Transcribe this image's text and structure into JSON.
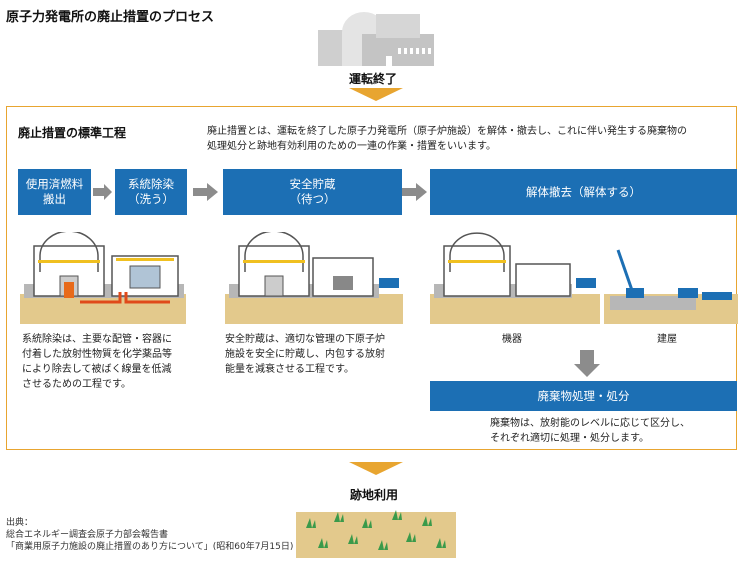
{
  "title": "原子力発電所の廃止措置のプロセス",
  "operation_end": "運転終了",
  "standard_process": "廃止措置の標準工程",
  "definition_line1": "廃止措置とは、運転を終了した原子力発電所（原子炉施設）を解体・撤去し、これに伴い発生する廃棄物の",
  "definition_line2": "処理処分と跡地有効利用のための一連の作業・措置をいいます。",
  "steps": [
    {
      "line1": "使用済燃料",
      "line2": "搬出"
    },
    {
      "line1": "系統除染",
      "line2": "（洗う）"
    },
    {
      "line1": "安全貯蔵",
      "line2": "（待つ）"
    },
    {
      "line1": "解体撤去（解体する）",
      "line2": ""
    }
  ],
  "decon_note": [
    "系統除染は、主要な配管・容器に",
    "付着した放射性物質を化学薬品等",
    "により除去して被ばく線量を低減",
    "させるための工程です。"
  ],
  "storage_note": [
    "安全貯蔵は、適切な管理の下原子炉",
    "施設を安全に貯蔵し、内包する放射",
    "能量を減衰させる工程です。"
  ],
  "dismantle_labels": {
    "equipment": "機器",
    "building": "建屋"
  },
  "waste_box": "廃棄物処理・処分",
  "waste_note": [
    "廃棄物は、放射能のレベルに応じて区分し、",
    "それぞれ適切に処理・処分します。"
  ],
  "site_reuse": "跡地利用",
  "source": [
    "出典：",
    "総合エネルギー調査会原子力部会報告書",
    "「商業用原子力施設の廃止措置のあり方について」(昭和60年7月15日)"
  ],
  "colors": {
    "blue": "#1c6fb4",
    "orange": "#e8a530",
    "gray_arrow": "#8c8c8c",
    "soil": "#e3c98c",
    "grass": "#3a9a4a"
  }
}
